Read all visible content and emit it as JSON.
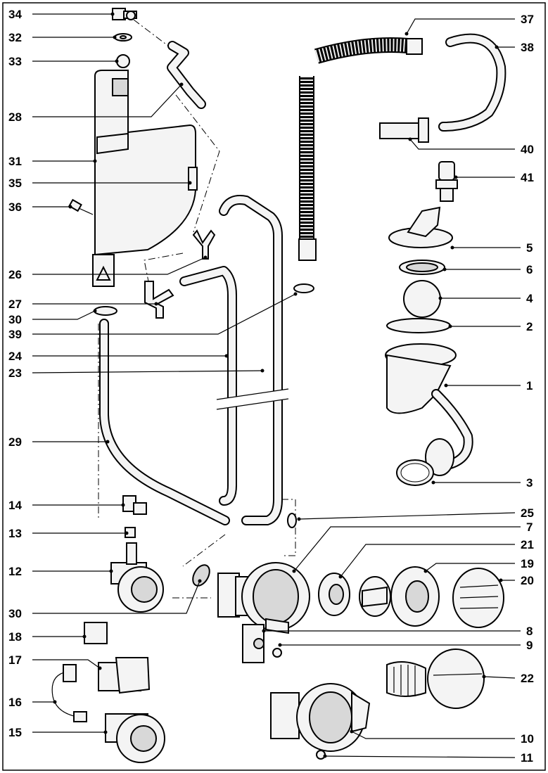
{
  "labels": {
    "p1": "1",
    "p2": "2",
    "p3": "3",
    "p4": "4",
    "p5": "5",
    "p6": "6",
    "p7": "7",
    "p8": "8",
    "p9": "9",
    "p10": "10",
    "p11": "11",
    "p12": "12",
    "p13": "13",
    "p14": "14",
    "p15": "15",
    "p16": "16",
    "p17": "17",
    "p18": "18",
    "p19": "19",
    "p20": "20",
    "p21": "21",
    "p22": "22",
    "p23": "23",
    "p24": "24",
    "p25": "25",
    "p26": "26",
    "p27": "27",
    "p28": "28",
    "p29": "29",
    "p30a": "30",
    "p30b": "30",
    "p31": "31",
    "p32": "32",
    "p33": "33",
    "p34": "34",
    "p35": "35",
    "p36": "36",
    "p37": "37",
    "p38": "38",
    "p39": "39",
    "p40": "40",
    "p41": "41"
  }
}
